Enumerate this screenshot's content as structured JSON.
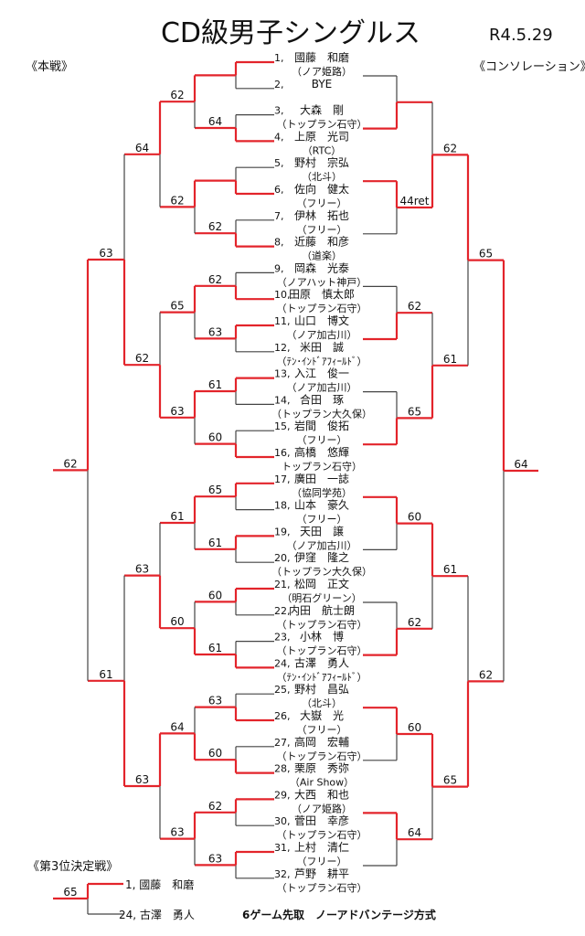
{
  "header": {
    "title": "CD級男子シングルス",
    "date": "R4.5.29",
    "main_label": "《本戦》",
    "consolation_label": "《コンソレーション》"
  },
  "colors": {
    "winner_line": "#e3242b",
    "line": "#444444"
  },
  "players": [
    {
      "seed": "1,",
      "name": "國藤　和磨",
      "club": "（ノア姫路）"
    },
    {
      "seed": "2,",
      "name": "BYE",
      "club": ""
    },
    {
      "seed": "3,",
      "name": "大森　剛",
      "club": "（トップラン石守）"
    },
    {
      "seed": "4,",
      "name": "上原　光司",
      "club": "（RTC）"
    },
    {
      "seed": "5,",
      "name": "野村　宗弘",
      "club": "（北斗）"
    },
    {
      "seed": "6,",
      "name": "佐向　健太",
      "club": "（フリー）"
    },
    {
      "seed": "7,",
      "name": "伊林　拓也",
      "club": "（フリー）"
    },
    {
      "seed": "8,",
      "name": "近藤　和彦",
      "club": "（道楽）"
    },
    {
      "seed": "9,",
      "name": "岡森　光泰",
      "club": "（ノアハット神戸）"
    },
    {
      "seed": "10,",
      "name": "田原　慎太郎",
      "club": "（トップラン石守）"
    },
    {
      "seed": "11,",
      "name": "山口　博文",
      "club": "（ノア加古川）"
    },
    {
      "seed": "12,",
      "name": "米田　誠",
      "club": "（ﾃﾝ･ｲﾝﾄﾞｱﾌｨｰﾙﾄﾞ）"
    },
    {
      "seed": "13,",
      "name": "入江　俊一",
      "club": "（ノア加古川）"
    },
    {
      "seed": "14,",
      "name": "合田　琢",
      "club": "（トップラン大久保）"
    },
    {
      "seed": "15,",
      "name": "岩間　俊拓",
      "club": "（フリー）"
    },
    {
      "seed": "16,",
      "name": "高橋　悠輝",
      "club": "トップラン石守）"
    },
    {
      "seed": "17,",
      "name": "廣田　一誌",
      "club": "（協同学苑）"
    },
    {
      "seed": "18,",
      "name": "山本　豪久",
      "club": "（フリー）"
    },
    {
      "seed": "19,",
      "name": "天田　譲",
      "club": "（ノア加古川）"
    },
    {
      "seed": "20,",
      "name": "伊窪　隆之",
      "club": "（トップラン大久保）"
    },
    {
      "seed": "21,",
      "name": "松岡　正文",
      "club": "（明石グリーン）"
    },
    {
      "seed": "22,",
      "name": "内田　航士朗",
      "club": "（トップラン石守）"
    },
    {
      "seed": "23,",
      "name": "小林　博",
      "club": "（トップラン石守）"
    },
    {
      "seed": "24,",
      "name": "古澤　勇人",
      "club": "（ﾃﾝ･ｲﾝﾄﾞｱﾌｨｰﾙﾄﾞ）"
    },
    {
      "seed": "25,",
      "name": "野村　昌弘",
      "club": "（北斗）"
    },
    {
      "seed": "26,",
      "name": "大嶽　光",
      "club": "（フリー）"
    },
    {
      "seed": "27,",
      "name": "高岡　宏輔",
      "club": "（トップラン石守）"
    },
    {
      "seed": "28,",
      "name": "栗原　秀弥",
      "club": "（Air Show）"
    },
    {
      "seed": "29,",
      "name": "大西　和也",
      "club": "（ノア姫路）"
    },
    {
      "seed": "30,",
      "name": "菅田　幸彦",
      "club": "（トップラン石守）"
    },
    {
      "seed": "31,",
      "name": "上村　清仁",
      "club": "（フリー）"
    },
    {
      "seed": "32,",
      "name": "芦野　耕平",
      "club": "（トップラン石守）"
    }
  ],
  "main_rounds": [
    [
      {
        "score": "",
        "winner": 0
      },
      {
        "score": "64",
        "winner": 1
      },
      {
        "score": "",
        "winner": 1
      },
      {
        "score": "62",
        "winner": 1
      },
      {
        "score": "62",
        "winner": 1
      },
      {
        "score": "63",
        "winner": 0
      },
      {
        "score": "61",
        "winner": 0
      },
      {
        "score": "60",
        "winner": 1
      },
      {
        "score": "65",
        "winner": 0
      },
      {
        "score": "61",
        "winner": 0
      },
      {
        "score": "60",
        "winner": 0
      },
      {
        "score": "61",
        "winner": 1
      },
      {
        "score": "63",
        "winner": 1
      },
      {
        "score": "60",
        "winner": 1
      },
      {
        "score": "62",
        "winner": 0
      },
      {
        "score": "63",
        "winner": 0
      }
    ],
    [
      {
        "score": "62",
        "winner": 0
      },
      {
        "score": "62",
        "winner": 0
      },
      {
        "score": "65",
        "winner": 0
      },
      {
        "score": "63",
        "winner": 0
      },
      {
        "score": "61",
        "winner": 0
      },
      {
        "score": "60",
        "winner": 1
      },
      {
        "score": "64",
        "winner": 1
      },
      {
        "score": "63",
        "winner": 0
      }
    ],
    [
      {
        "score": "64",
        "winner": 0
      },
      {
        "score": "62",
        "winner": 1
      },
      {
        "score": "63",
        "winner": 1
      },
      {
        "score": "63",
        "winner": 0
      }
    ],
    [
      {
        "score": "63",
        "winner": 1
      },
      {
        "score": "61",
        "winner": 1
      }
    ],
    [
      {
        "score": "62",
        "winner": 0
      }
    ]
  ],
  "consolation_rounds": [
    [
      {
        "score": "",
        "winner": 1
      },
      {
        "score": "44ret",
        "winner": 0
      },
      {
        "score": "62",
        "winner": 1
      },
      {
        "score": "65",
        "winner": 1
      },
      {
        "score": "60",
        "winner": 0
      },
      {
        "score": "62",
        "winner": 1
      },
      {
        "score": "60",
        "winner": 0
      },
      {
        "score": "64",
        "winner": 0
      }
    ],
    [
      {
        "score": "62",
        "winner": 1
      },
      {
        "score": "61",
        "winner": 1
      },
      {
        "score": "61",
        "winner": 0
      },
      {
        "score": "65",
        "winner": 0
      }
    ],
    [
      {
        "score": "65",
        "winner": 0
      },
      {
        "score": "62",
        "winner": 1
      }
    ],
    [
      {
        "score": "64",
        "winner": 0
      }
    ]
  ],
  "third_place": {
    "label": "《第3位決定戦》",
    "players": [
      "1, 國藤　和磨",
      "24, 古澤　勇人"
    ],
    "score": "65",
    "winner": 0
  },
  "footer": {
    "rule": "6ゲーム先取　ノーアドバンテージ方式"
  }
}
